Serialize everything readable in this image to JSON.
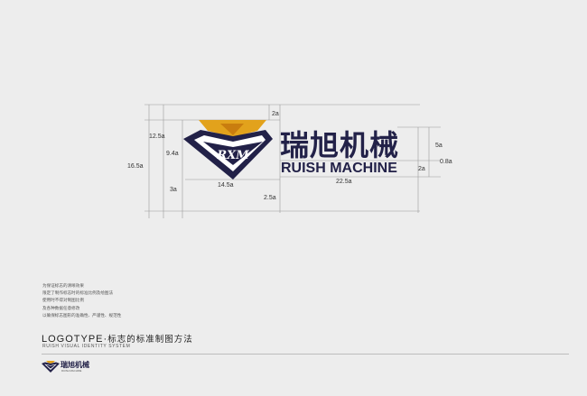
{
  "logo": {
    "name_cn": "瑞旭机械",
    "name_en": "RUISH MACHINE",
    "emblem_letters": "RXM",
    "colors": {
      "navy": "#222148",
      "gold": "#e2a21c"
    }
  },
  "dimensions": {
    "d_2a_top": "2a",
    "d_12_5a": "12.5a",
    "d_16_5a": "16.5a",
    "d_9_4a": "9.4a",
    "d_14_5a": "14.5a",
    "d_3a": "3a",
    "d_2_5a": "2.5a",
    "d_5a": "5a",
    "d_0_8a": "0.8a",
    "d_2a_right": "2a",
    "d_22_5a": "22.5a"
  },
  "notes": [
    "为保证标志的清晰效果",
    "限定了制作标志时的标准比例及绘图法",
    "使用时不得对制图比例",
    "及各种数据任意修改",
    "以确保标志图形的准确性、严谨性、规范性"
  ],
  "section": {
    "title_en": "LOGOTYPE·",
    "title_cn": "标志的标准制图方法",
    "subtitle": "RUISH VISUAL IDENTITY SYSTEM"
  },
  "footer": {
    "name_cn": "瑞旭机械",
    "name_en": "RUISH MACHINE"
  }
}
